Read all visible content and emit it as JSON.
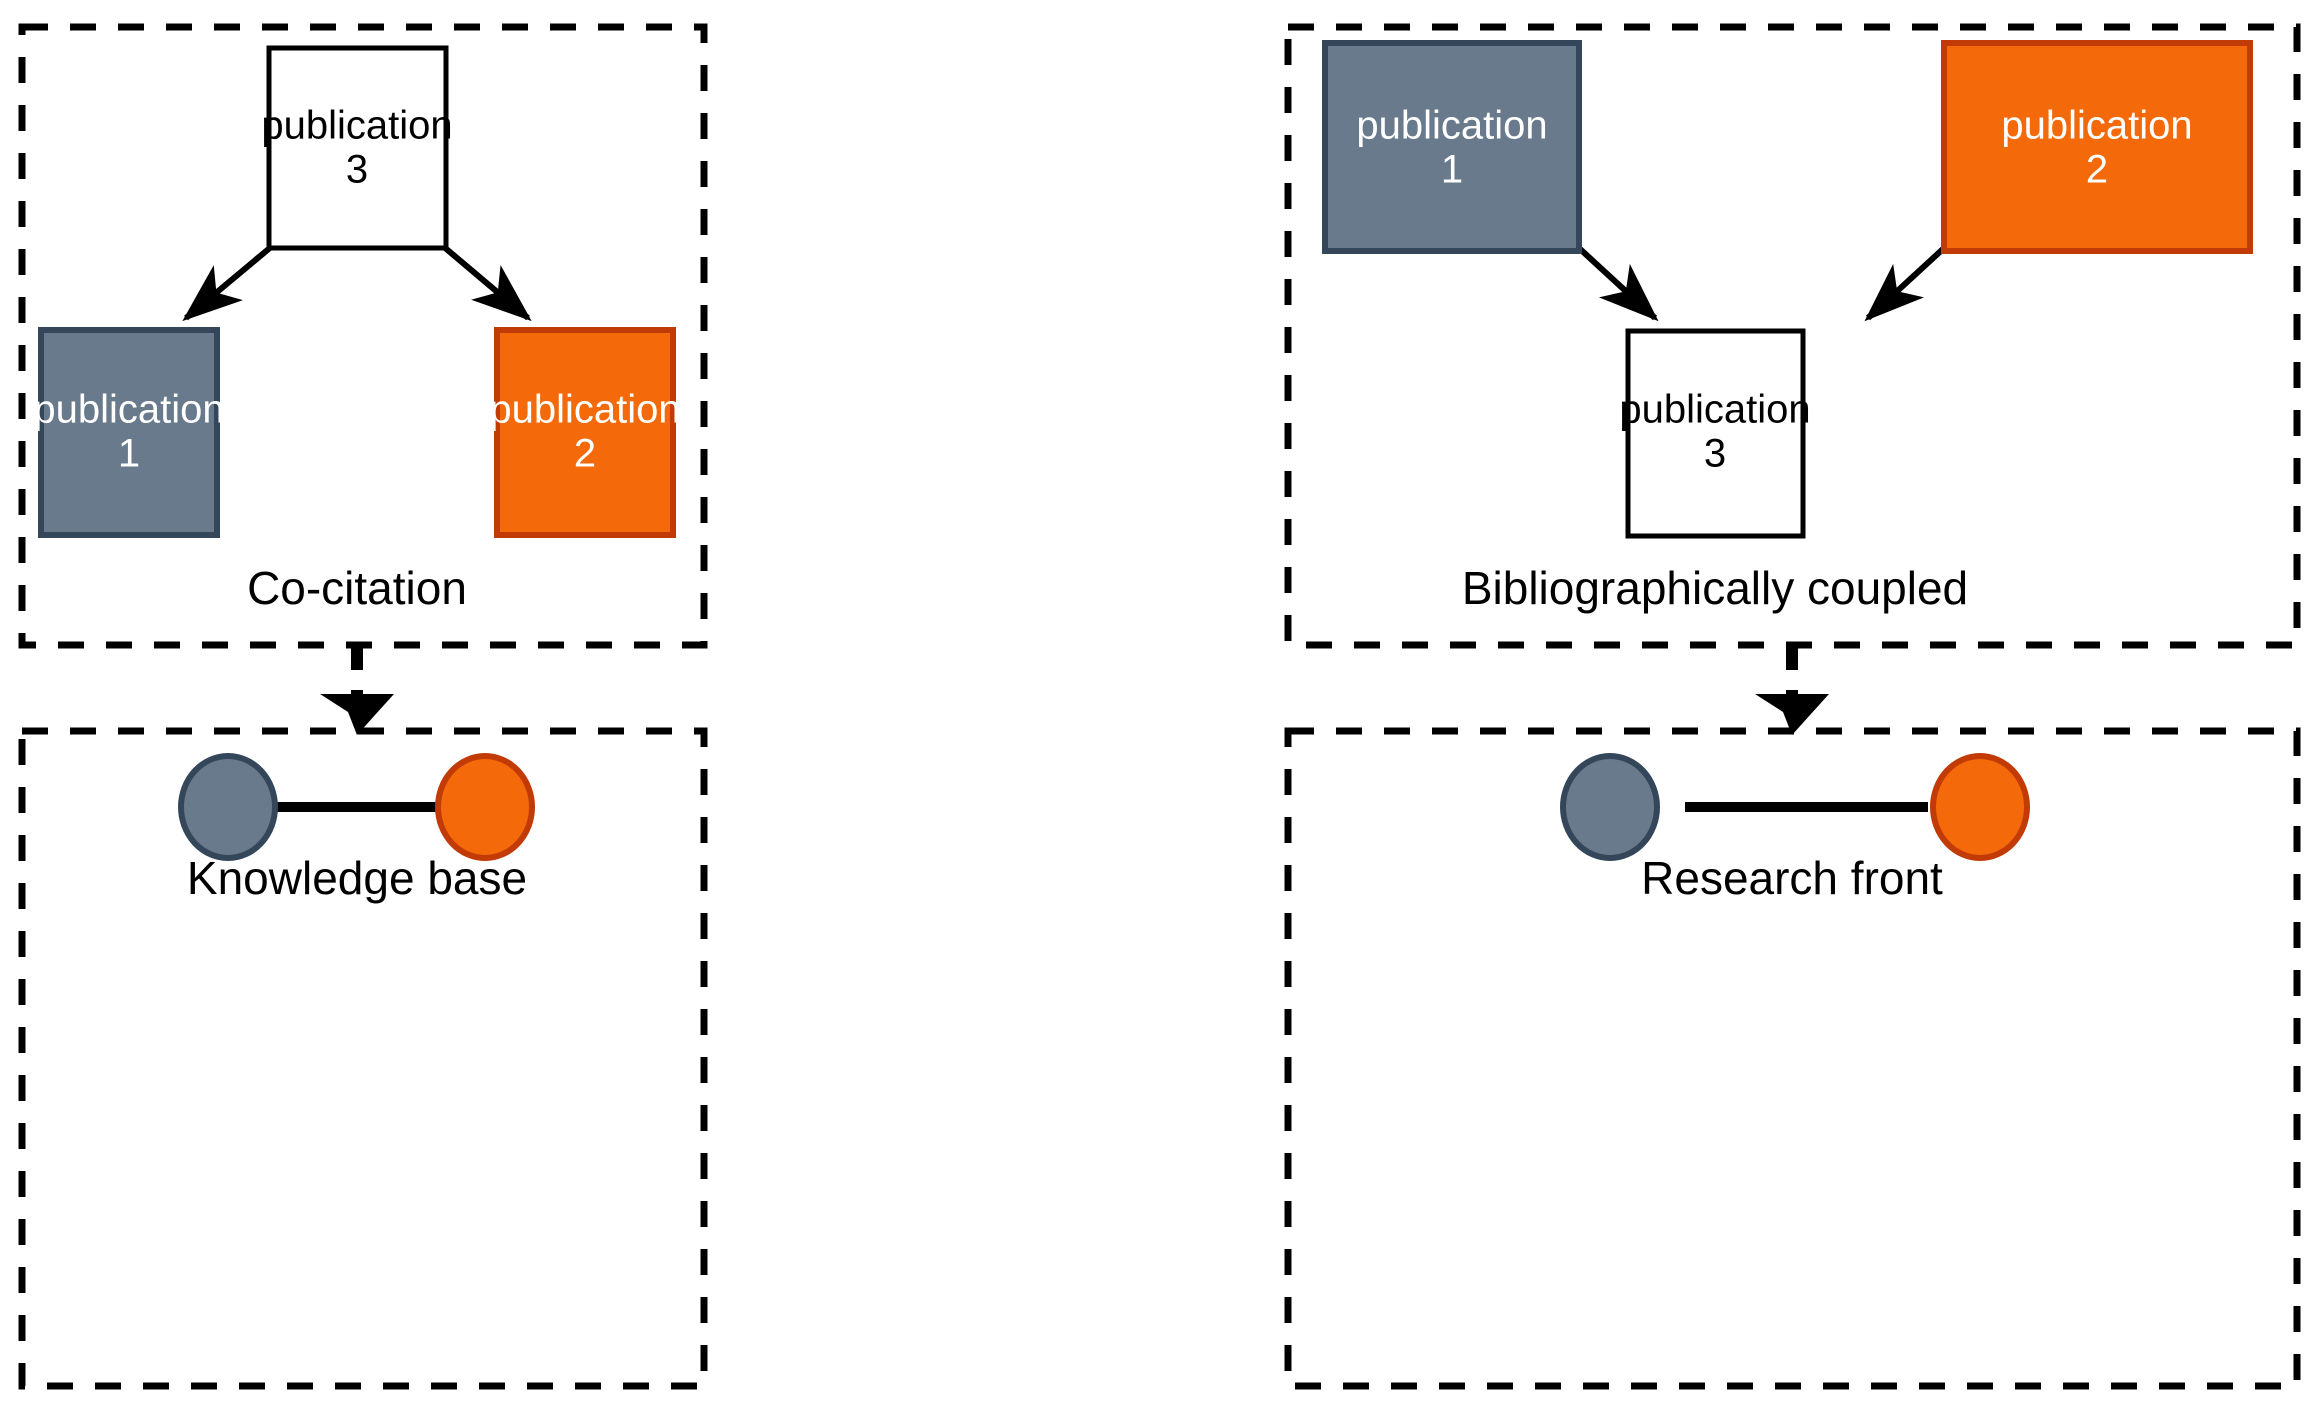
{
  "figure": {
    "title": "Co-citation and bibliographic coupling diagram",
    "background": "#ffffff"
  },
  "colors": {
    "gray_fill": "#687A8C",
    "gray_stroke": "#34465A",
    "orange_fill": "#F4690A",
    "orange_stroke": "#C23A06",
    "white_fill": "#ffffff",
    "black_stroke": "#000000",
    "text_dark": "#000000",
    "text_light": "#ffffff"
  },
  "panels": [
    {
      "id": "co-citation-panel",
      "caption": "Co-citation",
      "nodes": [
        {
          "id": "pub3",
          "line1": "publication",
          "line2": "3",
          "style": "white"
        },
        {
          "id": "pub1",
          "line1": "publication",
          "line2": "1",
          "style": "gray"
        },
        {
          "id": "pub2",
          "line1": "publication",
          "line2": "2",
          "style": "orange"
        }
      ],
      "edges": [
        {
          "from": "pub3",
          "to": "pub1",
          "kind": "arrow"
        },
        {
          "from": "pub3",
          "to": "pub2",
          "kind": "arrow"
        }
      ]
    },
    {
      "id": "bibliographic-coupling-panel",
      "caption": "Bibliographically coupled",
      "nodes": [
        {
          "id": "pub1",
          "line1": "publication",
          "line2": "1",
          "style": "gray"
        },
        {
          "id": "pub2",
          "line1": "publication",
          "line2": "2",
          "style": "orange"
        },
        {
          "id": "pub3",
          "line1": "publication",
          "line2": "3",
          "style": "white"
        }
      ],
      "edges": [
        {
          "from": "pub1",
          "to": "pub3",
          "kind": "arrow"
        },
        {
          "from": "pub2",
          "to": "pub3",
          "kind": "arrow"
        }
      ]
    },
    {
      "id": "knowledge-base-panel",
      "caption": "Knowledge base",
      "nodes": [
        {
          "id": "node-gray",
          "style": "gray"
        },
        {
          "id": "node-orange",
          "style": "orange"
        }
      ],
      "edges": [
        {
          "from": "node-gray",
          "to": "node-orange",
          "kind": "line"
        }
      ]
    },
    {
      "id": "research-front-panel",
      "caption": "Research front",
      "nodes": [
        {
          "id": "node-gray",
          "style": "gray"
        },
        {
          "id": "node-orange",
          "style": "orange"
        }
      ],
      "edges": [
        {
          "from": "node-gray",
          "to": "node-orange",
          "kind": "line"
        }
      ]
    }
  ],
  "transitions": [
    {
      "id": "left-transition",
      "from": "co-citation-panel",
      "to": "knowledge-base-panel",
      "kind": "dashed-arrow"
    },
    {
      "id": "right-transition",
      "from": "bibliographic-coupling-panel",
      "to": "research-front-panel",
      "kind": "dashed-arrow"
    }
  ],
  "chart_data": {
    "type": "diagram",
    "title": "Co-citation vs. bibliographic coupling",
    "groups": [
      {
        "name": "Co-citation",
        "nodes": [
          "publication 3",
          "publication 1",
          "publication 2"
        ],
        "directed_edges": [
          [
            "publication 3",
            "publication 1"
          ],
          [
            "publication 3",
            "publication 2"
          ]
        ],
        "derived_concept": "Knowledge base"
      },
      {
        "name": "Bibliographically coupled",
        "nodes": [
          "publication 1",
          "publication 2",
          "publication 3"
        ],
        "directed_edges": [
          [
            "publication 1",
            "publication 3"
          ],
          [
            "publication 2",
            "publication 3"
          ]
        ],
        "derived_concept": "Research front"
      }
    ]
  }
}
